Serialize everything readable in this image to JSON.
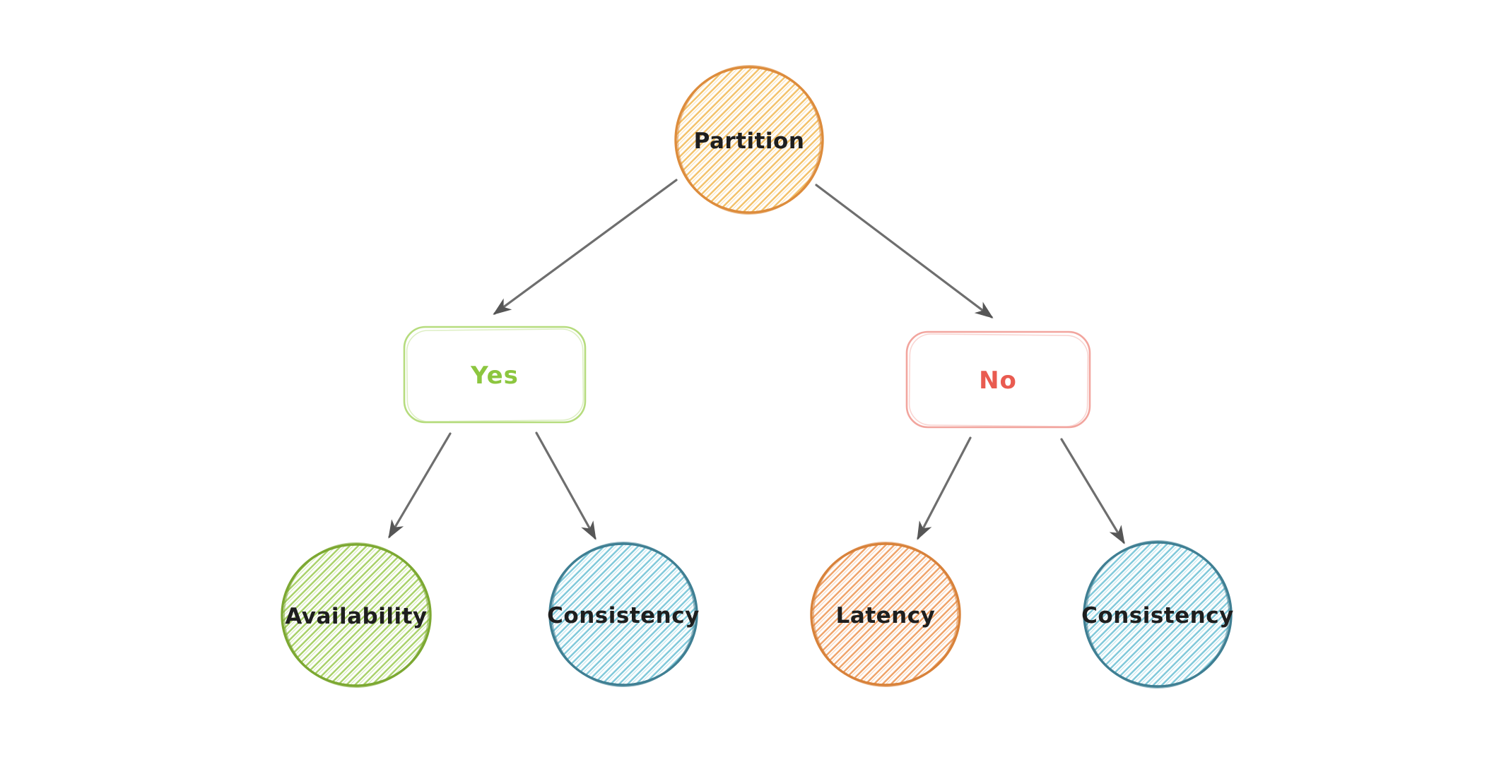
{
  "background": "#ffffff",
  "arrow_color": "#6e6e6e",
  "arrowhead_color": "#565656",
  "nodes": {
    "partition": {
      "label": "Partition",
      "shape": "circle",
      "stroke": "#dd8c3c",
      "hatch": "#f3c065",
      "label_color": "#1e1e1e"
    },
    "yes": {
      "label": "Yes",
      "shape": "rounded-rect",
      "stroke": "#b6dc7e",
      "label_color": "#8cc63f"
    },
    "no": {
      "label": "No",
      "shape": "rounded-rect",
      "stroke": "#f2a59e",
      "label_color": "#e95b50"
    },
    "availability": {
      "label": "Availability",
      "shape": "circle",
      "stroke": "#7ca832",
      "hatch": "#a6d064",
      "label_color": "#1e1e1e"
    },
    "consistency_yes": {
      "label": "Consistency",
      "shape": "circle",
      "stroke": "#3f7f93",
      "hatch": "#7cc7d9",
      "label_color": "#1e1e1e"
    },
    "latency": {
      "label": "Latency",
      "shape": "circle",
      "stroke": "#d8823a",
      "hatch": "#efa064",
      "label_color": "#1e1e1e"
    },
    "consistency_no": {
      "label": "Consistency",
      "shape": "circle",
      "stroke": "#3f7f93",
      "hatch": "#7cc7d9",
      "label_color": "#1e1e1e"
    }
  },
  "edges": [
    {
      "from": "Partition",
      "to": "Yes"
    },
    {
      "from": "Partition",
      "to": "No"
    },
    {
      "from": "Yes",
      "to": "Availability"
    },
    {
      "from": "Yes",
      "to": "Consistency"
    },
    {
      "from": "No",
      "to": "Latency"
    },
    {
      "from": "No",
      "to": "Consistency"
    }
  ]
}
